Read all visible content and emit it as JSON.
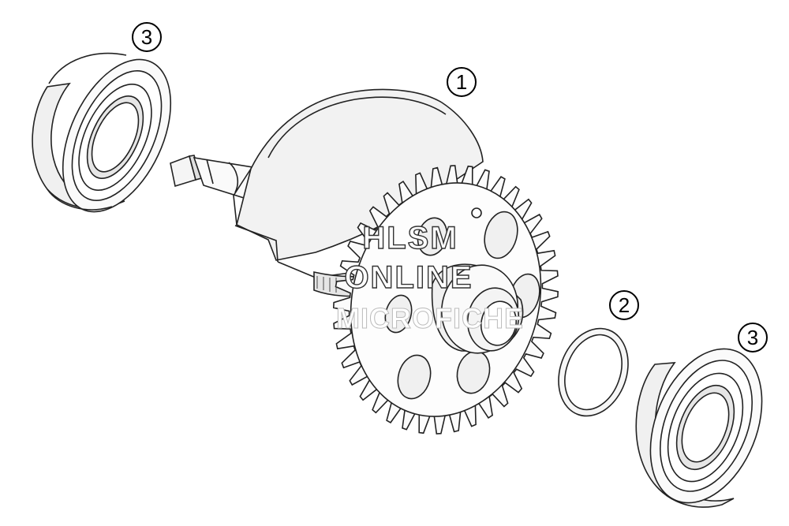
{
  "diagram": {
    "callouts": [
      {
        "id": "callout-3-left",
        "label": "3"
      },
      {
        "id": "callout-1",
        "label": "1"
      },
      {
        "id": "callout-2",
        "label": "2"
      },
      {
        "id": "callout-3-right",
        "label": "3"
      }
    ],
    "watermark": {
      "line1": "HLSM",
      "line2": "ONLINE",
      "line3": "MICROFICHE"
    }
  }
}
